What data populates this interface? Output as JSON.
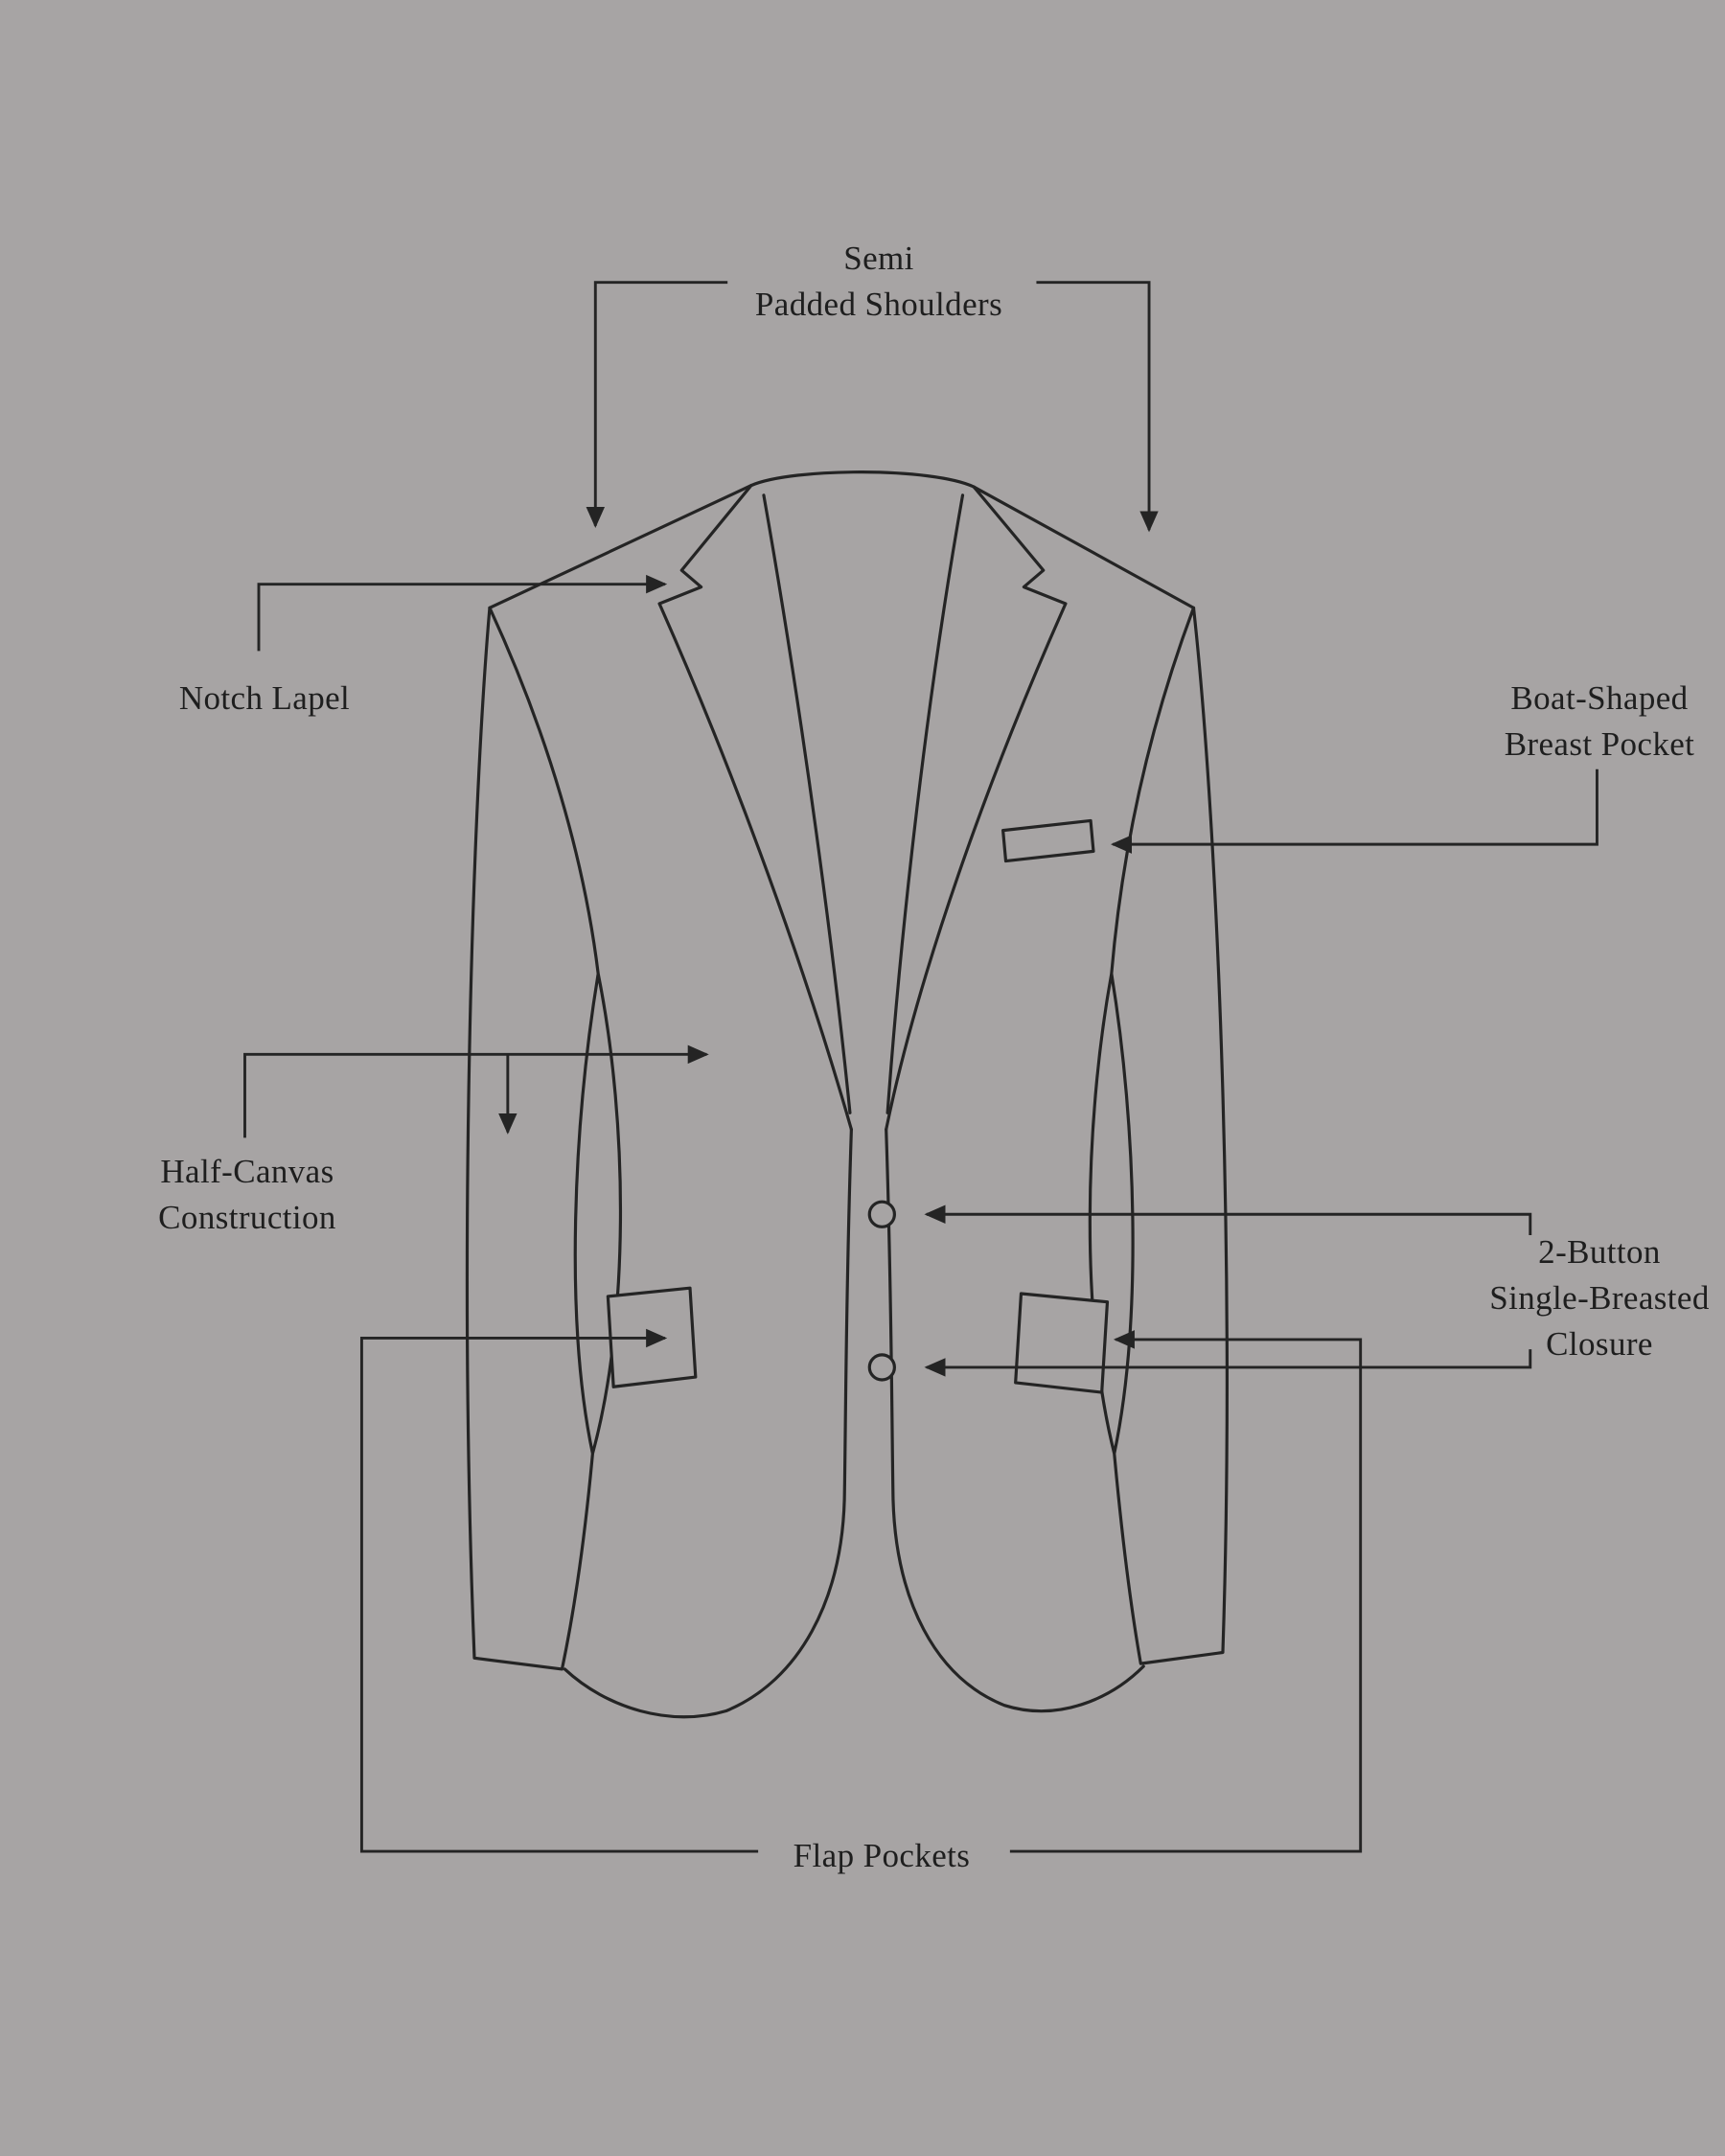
{
  "page": {
    "background_color": "#a7a4a4",
    "line_color": "#242424",
    "text_color": "#1e1e1e"
  },
  "diagram": {
    "subject": "Suit jacket front with feature callouts",
    "labels": {
      "shoulders": {
        "line1": "Semi",
        "line2": "Padded Shoulders"
      },
      "lapel": {
        "text": "Notch Lapel"
      },
      "breast_pocket": {
        "line1": "Boat-Shaped",
        "line2": "Breast Pocket"
      },
      "canvas": {
        "line1": "Half-Canvas",
        "line2": "Construction"
      },
      "closure": {
        "line1": "2-Button",
        "line2": "Single-Breasted",
        "line3": "Closure"
      },
      "flap_pockets": {
        "text": "Flap Pockets"
      }
    }
  }
}
